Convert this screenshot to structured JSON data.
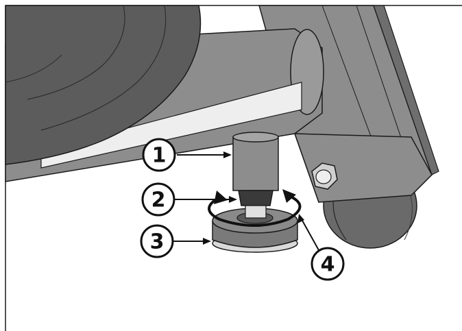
{
  "callouts": [
    {
      "label": "1"
    },
    {
      "label": "2"
    },
    {
      "label": "3"
    },
    {
      "label": "4"
    }
  ],
  "colors": {
    "background": "#ffffff",
    "frame_fill": "#8d8d8d",
    "frame_dark": "#6e6e6e",
    "frame_light": "#b8b8b8",
    "flywheel_fill": "#5c5c5c",
    "wheel_fill": "#6a6a6a",
    "outline": "#1a1a1a",
    "callout_stroke": "#111111",
    "foot_pad": "#d9d9d9"
  }
}
